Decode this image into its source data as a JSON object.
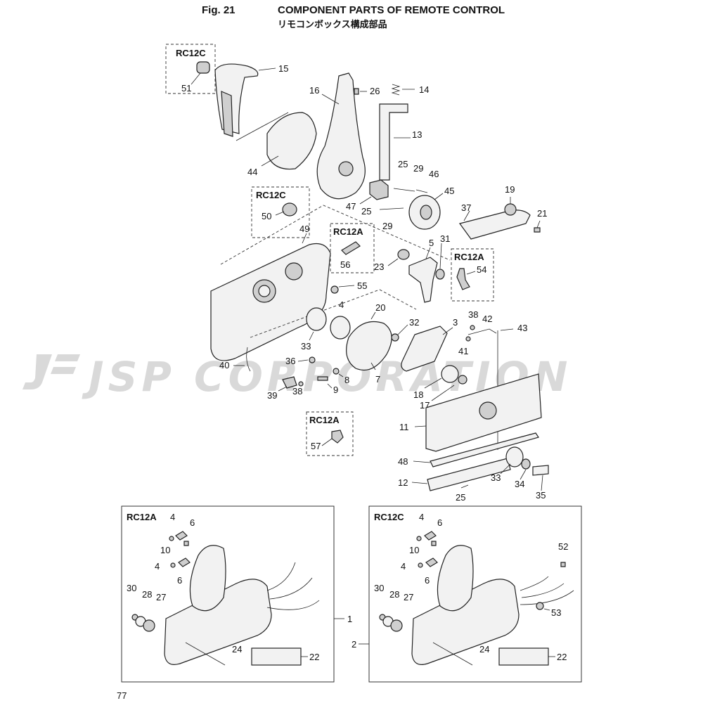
{
  "header": {
    "fig": "Fig. 21",
    "title_en": "COMPONENT PARTS OF REMOTE CONTROL",
    "title_jp": "リモコンボックス構成部品"
  },
  "watermark": {
    "text": "JSP CORPORATION",
    "color": "#d9d9d9"
  },
  "page_number": "77",
  "tags": {
    "rc12c": "RC12C",
    "rc12a": "RC12A"
  },
  "callouts": {
    "n1": "1",
    "n2": "2",
    "n3": "3",
    "n4": "4",
    "n5": "5",
    "n6": "6",
    "n7": "7",
    "n8": "8",
    "n9": "9",
    "n10": "10",
    "n11": "11",
    "n12": "12",
    "n13": "13",
    "n14": "14",
    "n15": "15",
    "n16": "16",
    "n17": "17",
    "n18": "18",
    "n19": "19",
    "n20": "20",
    "n21": "21",
    "n22": "22",
    "n23": "23",
    "n24": "24",
    "n25": "25",
    "n26": "26",
    "n27": "27",
    "n28": "28",
    "n29": "29",
    "n30": "30",
    "n31": "31",
    "n32": "32",
    "n33": "33",
    "n34": "34",
    "n35": "35",
    "n36": "36",
    "n37": "37",
    "n38": "38",
    "n39": "39",
    "n40": "40",
    "n41": "41",
    "n42": "42",
    "n43": "43",
    "n44": "44",
    "n45": "45",
    "n46": "46",
    "n47": "47",
    "n48": "48",
    "n49": "49",
    "n50": "50",
    "n51": "51",
    "n52": "52",
    "n53": "53",
    "n54": "54",
    "n55": "55",
    "n56": "56",
    "n57": "57"
  }
}
